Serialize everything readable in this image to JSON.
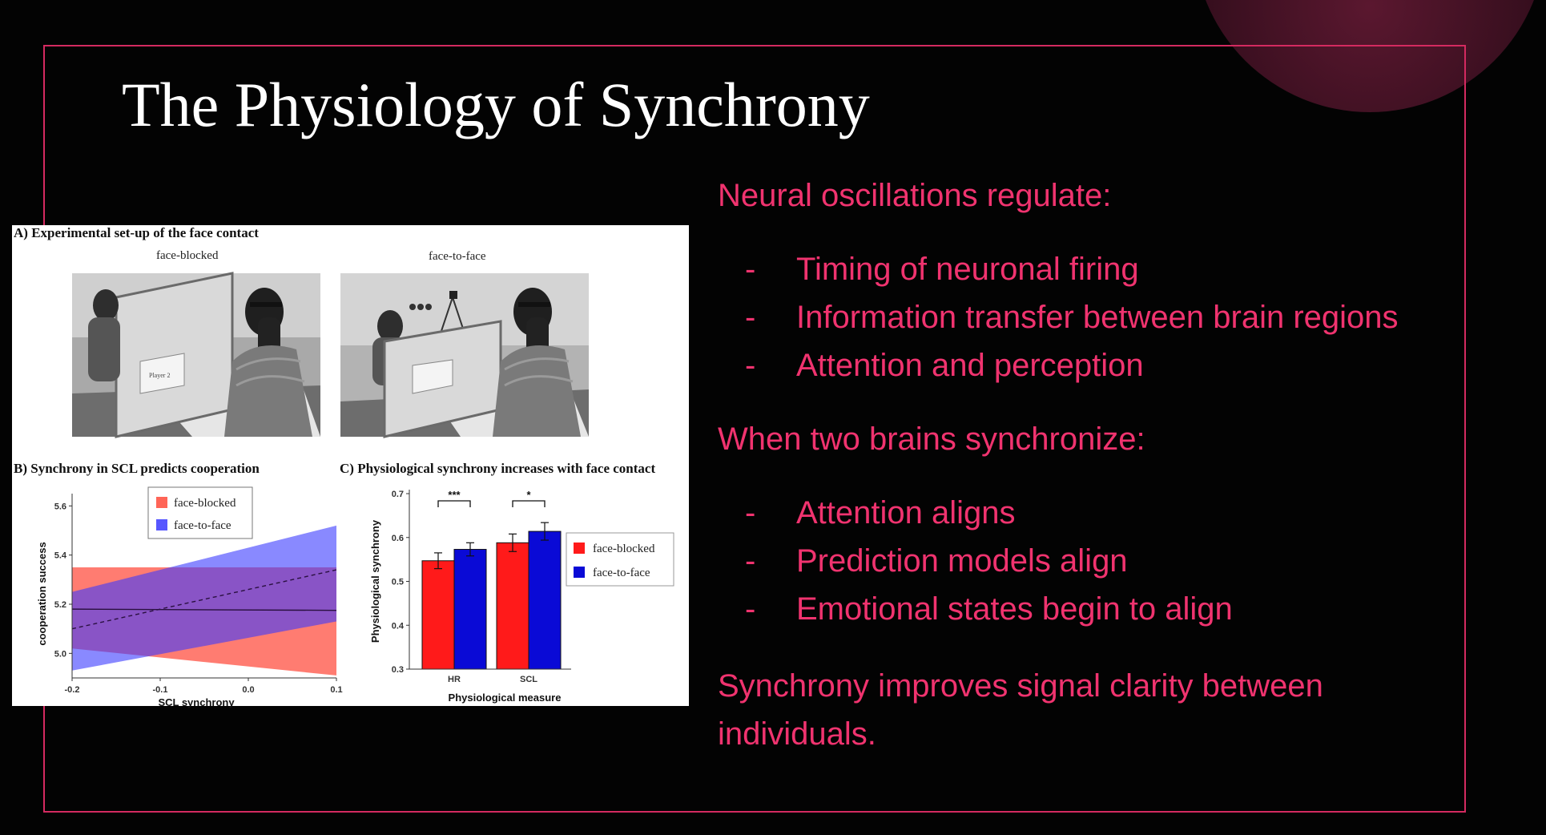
{
  "slide": {
    "title": "The Physiology of Synchrony",
    "accent_color": "#f0336f",
    "frame_color": "#d42a60"
  },
  "right": {
    "heading1": "Neural oscillations regulate:",
    "bullets1": [
      "Timing of neuronal firing",
      "Information transfer between brain regions",
      "Attention and perception"
    ],
    "heading2": "When two brains synchronize:",
    "bullets2": [
      "Attention aligns",
      "Prediction models align",
      "Emotional states begin to align"
    ],
    "dash": "-",
    "conclusion": "Synchrony improves signal clarity between individuals."
  },
  "figure": {
    "panel_a": {
      "label": "A) Experimental set-up of the face contact",
      "caption_left": "face-blocked",
      "caption_right": "face-to-face",
      "paper_text": "Player 2"
    },
    "panel_b": {
      "label": "B) Synchrony in SCL predicts cooperation",
      "xlabel": "SCL synchrony",
      "ylabel": "cooperation success",
      "x_ticks": [
        "-0.2",
        "-0.1",
        "0.0",
        "0.1"
      ],
      "y_ticks": [
        "5.0",
        "5.2",
        "5.4",
        "5.6"
      ],
      "legend": [
        "face-blocked",
        "face-to-face"
      ]
    },
    "panel_c": {
      "label": "C) Physiological synchrony increases with face contact",
      "xlabel": "Physiological measure",
      "ylabel": "Physiological synchrony",
      "y_ticks": [
        "0.3",
        "0.4",
        "0.5",
        "0.6",
        "0.7"
      ],
      "legend": [
        "face-blocked",
        "face-to-face"
      ],
      "sig_hr": "***",
      "sig_scl": "*"
    }
  },
  "chart_data": [
    {
      "type": "line",
      "title": "B) Synchrony in SCL predicts cooperation",
      "xlabel": "SCL synchrony",
      "ylabel": "cooperation success",
      "xlim": [
        -0.2,
        0.1
      ],
      "ylim": [
        4.9,
        5.65
      ],
      "legend_position": "top-center",
      "series": [
        {
          "name": "face-blocked",
          "color": "#ff4a3a",
          "style": "solid",
          "x": [
            -0.2,
            0.1
          ],
          "y": [
            5.18,
            5.175
          ],
          "ci_upper": [
            5.35,
            5.35
          ],
          "ci_lower": [
            5.02,
            4.91
          ]
        },
        {
          "name": "face-to-face",
          "color": "#3a3aff",
          "style": "dashed",
          "x": [
            -0.2,
            0.1
          ],
          "y": [
            5.1,
            5.34
          ],
          "ci_upper": [
            5.25,
            5.52
          ],
          "ci_lower": [
            4.93,
            5.13
          ]
        }
      ]
    },
    {
      "type": "bar",
      "title": "C) Physiological synchrony increases with face contact",
      "xlabel": "Physiological measure",
      "ylabel": "Physiological synchrony",
      "ylim": [
        0.3,
        0.7
      ],
      "categories": [
        "HR",
        "SCL"
      ],
      "legend_position": "right",
      "series": [
        {
          "name": "face-blocked",
          "color": "#ff1a1a",
          "values": [
            0.547,
            0.588
          ],
          "err": [
            0.018,
            0.02
          ]
        },
        {
          "name": "face-to-face",
          "color": "#0a0ad6",
          "values": [
            0.573,
            0.614
          ],
          "err": [
            0.015,
            0.02
          ]
        }
      ]
    }
  ]
}
